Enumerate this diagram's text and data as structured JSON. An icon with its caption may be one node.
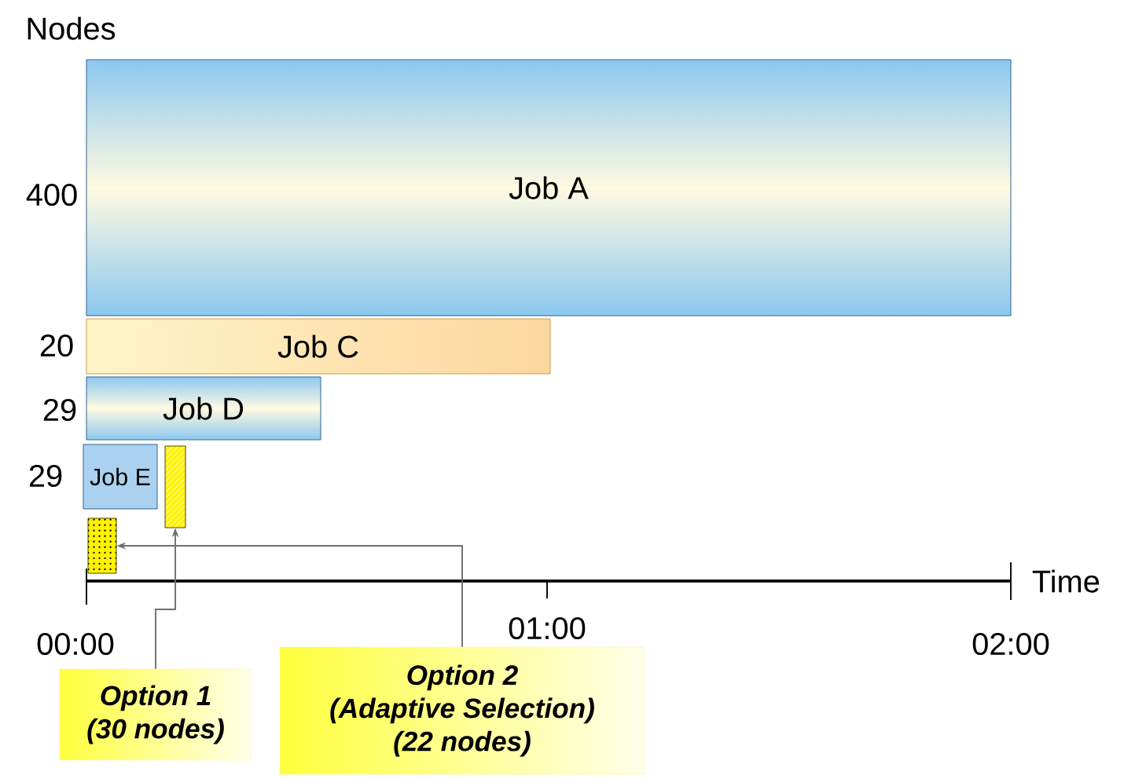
{
  "diagram": {
    "nodes": [
      {
        "text": [
          "Job A"
        ]
      },
      {
        "text": [
          "Job C"
        ]
      },
      {
        "text": [
          "Job D"
        ]
      },
      {
        "text": [
          "Job E"
        ]
      },
      {
        "text": [],
        "shape": "bar"
      },
      {
        "text": [],
        "shape": "bar"
      },
      {
        "text": [
          "Option 1",
          "(30 nodes)"
        ]
      },
      {
        "text": [
          "Option 2",
          "(Adaptive Selection)",
          "(22 nodes)"
        ]
      }
    ],
    "edges": [
      {
        "from": 6,
        "to": 4,
        "arrow": "to"
      },
      {
        "from": 7,
        "to": 5,
        "arrow": "to"
      }
    ],
    "labels": [
      "Nodes",
      "400",
      "20",
      "29",
      "29",
      "Time",
      "00:00",
      "01:00",
      "02:00"
    ]
  }
}
